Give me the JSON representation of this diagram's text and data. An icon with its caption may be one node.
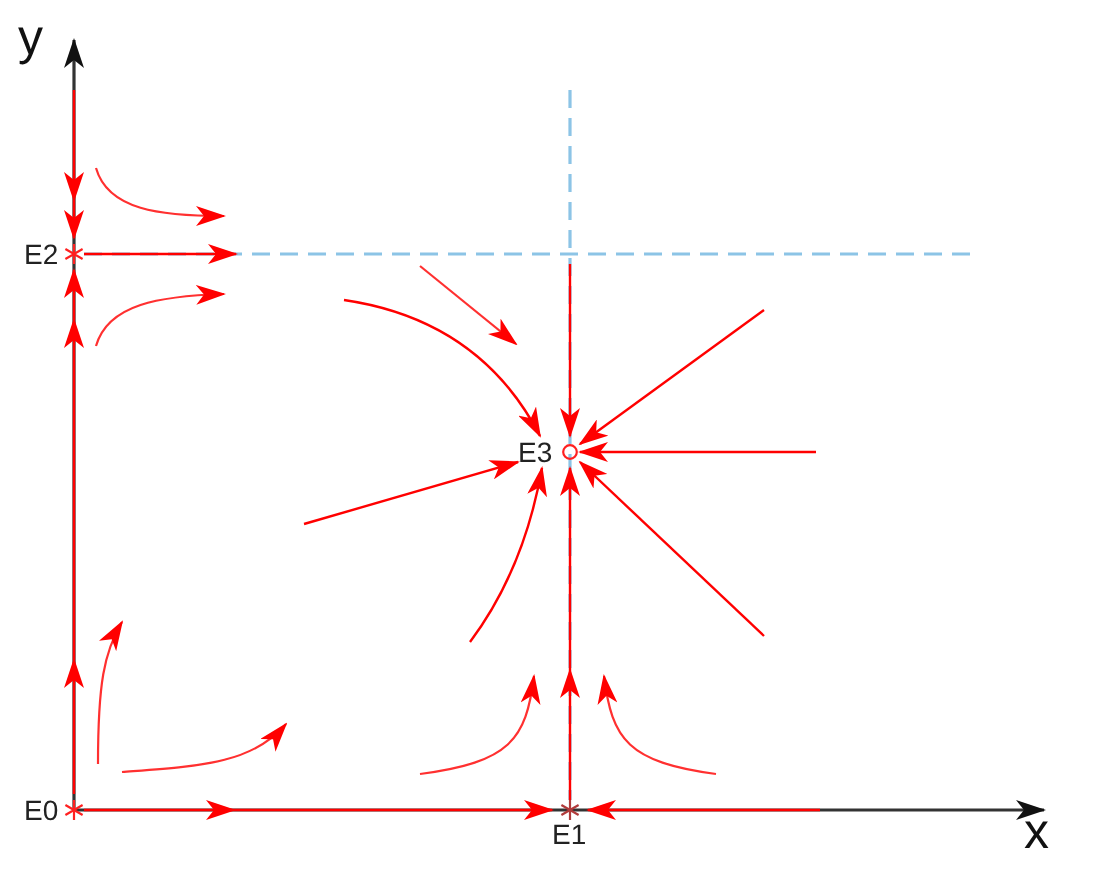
{
  "diagram": {
    "nodes": [
      {
        "text": [
          "E2"
        ]
      },
      {
        "text": [
          "E3"
        ]
      },
      {
        "text": [
          "E0"
        ]
      },
      {
        "text": [
          "E1"
        ]
      }
    ],
    "edges": [
      {
        "from": 2,
        "to": 3,
        "arrow": "to"
      },
      {
        "from": null,
        "to": 3,
        "arrow": "to"
      },
      {
        "from": 2,
        "to": 0,
        "arrow": "to"
      },
      {
        "from": null,
        "to": 0,
        "arrow": "to"
      },
      {
        "from": 0,
        "to": null,
        "arrow": "to"
      },
      {
        "from": 3,
        "to": 1,
        "arrow": "to"
      },
      {
        "from": null,
        "to": 1,
        "arrow": "to"
      },
      {
        "from": null,
        "to": 1,
        "arrow": "to"
      },
      {
        "from": null,
        "to": 1,
        "arrow": "to"
      },
      {
        "from": null,
        "to": 1,
        "arrow": "to"
      },
      {
        "from": null,
        "to": 1,
        "arrow": "to"
      },
      {
        "from": null,
        "to": 1,
        "arrow": "to"
      },
      {
        "from": null,
        "to": 1,
        "arrow": "to"
      }
    ],
    "labels": [
      "y",
      "x"
    ]
  }
}
